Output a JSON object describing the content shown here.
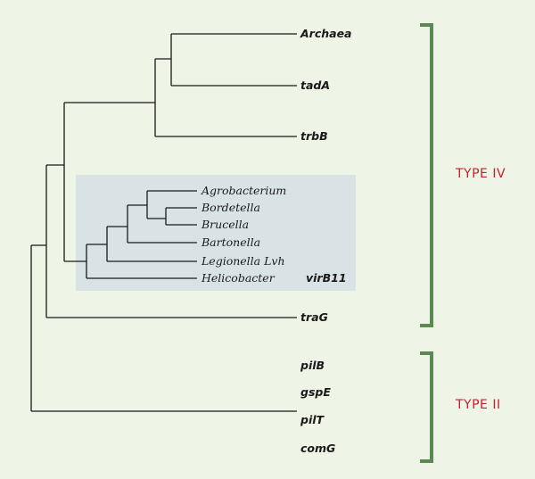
{
  "tree": {
    "leaves": {
      "archaea": "Archaea",
      "tadA": "tadA",
      "trbB": "trbB",
      "agrobacterium": "Agrobacterium",
      "bordetella": "Bordetella",
      "brucella": "Brucella",
      "bartonella": "Bartonella",
      "legionella": "Legionella Lvh",
      "helicobacter": "Helicobacter",
      "virB11": "virB11",
      "traG": "traG",
      "pilB": "pilB",
      "gspE": "gspE",
      "pilT": "pilT",
      "comG": "comG"
    }
  },
  "groups": {
    "type4": "TYPE IV",
    "type2": "TYPE II"
  },
  "colors": {
    "background": "#eef4e6",
    "highlight_box": "#d9e3e6",
    "branch": "#1a1a1a",
    "bracket": "#5a8a52",
    "group_label": "#c8202a"
  }
}
